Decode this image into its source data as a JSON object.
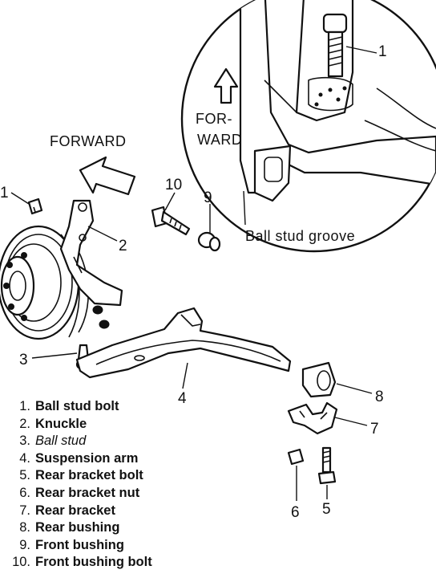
{
  "diagram": {
    "forward_label": "FORWARD",
    "inset_forward_line1": "FOR-",
    "inset_forward_line2": "WARD",
    "ball_stud_groove": "Ball stud groove",
    "callouts": {
      "c1": "1",
      "c1_inset": "1",
      "c2": "2",
      "c3": "3",
      "c4": "4",
      "c5": "5",
      "c6": "6",
      "c7": "7",
      "c8": "8",
      "c9": "9",
      "c10": "10"
    }
  },
  "legend": [
    {
      "num": "1.",
      "text": "Ball stud bolt"
    },
    {
      "num": "2.",
      "text": "Knuckle"
    },
    {
      "num": "3.",
      "text": "Ball stud"
    },
    {
      "num": "4.",
      "text": "Suspension arm"
    },
    {
      "num": "5.",
      "text": "Rear bracket bolt"
    },
    {
      "num": "6.",
      "text": "Rear bracket nut"
    },
    {
      "num": "7.",
      "text": "Rear bracket"
    },
    {
      "num": "8.",
      "text": "Rear bushing"
    },
    {
      "num": "9.",
      "text": "Front bushing"
    },
    {
      "num": "10.",
      "text": "Front bushing bolt"
    }
  ]
}
